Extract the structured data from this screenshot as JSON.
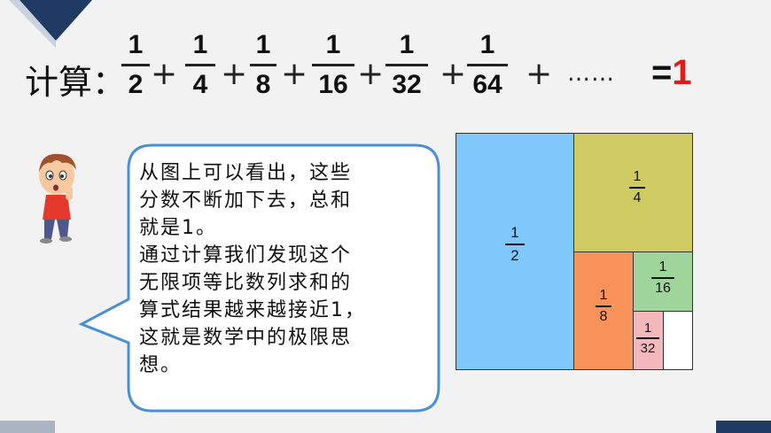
{
  "formula": {
    "label": "计算：",
    "fractions": [
      {
        "num": "1",
        "den": "2"
      },
      {
        "num": "1",
        "den": "4"
      },
      {
        "num": "1",
        "den": "8"
      },
      {
        "num": "1",
        "den": "16"
      },
      {
        "num": "1",
        "den": "32"
      },
      {
        "num": "1",
        "den": "64"
      }
    ],
    "plus": "+",
    "ellipsis": "……",
    "equals": "=",
    "result": "1"
  },
  "bubble": {
    "lines": [
      "从图上可以看出，这些",
      "分数不断加下去，总和",
      "就是1。",
      "通过计算我们发现这个",
      "无限项等比数列求和的",
      "算式结果越来越接近1，",
      "这就是数学中的极限思",
      "想。"
    ]
  },
  "diagram": {
    "cells": [
      {
        "num": "1",
        "den": "2",
        "color": "#7ec8fb"
      },
      {
        "num": "1",
        "den": "4",
        "color": "#cdcb62"
      },
      {
        "num": "1",
        "den": "8",
        "color": "#f7935a"
      },
      {
        "num": "1",
        "den": "16",
        "color": "#9fd59b"
      },
      {
        "num": "1",
        "den": "32",
        "color": "#f4b7bc"
      },
      {
        "color": "#ffffff"
      }
    ]
  },
  "colors": {
    "accent": "#1f3b63",
    "result": "#e31a1a",
    "bubble_border": "#4a90d9"
  }
}
